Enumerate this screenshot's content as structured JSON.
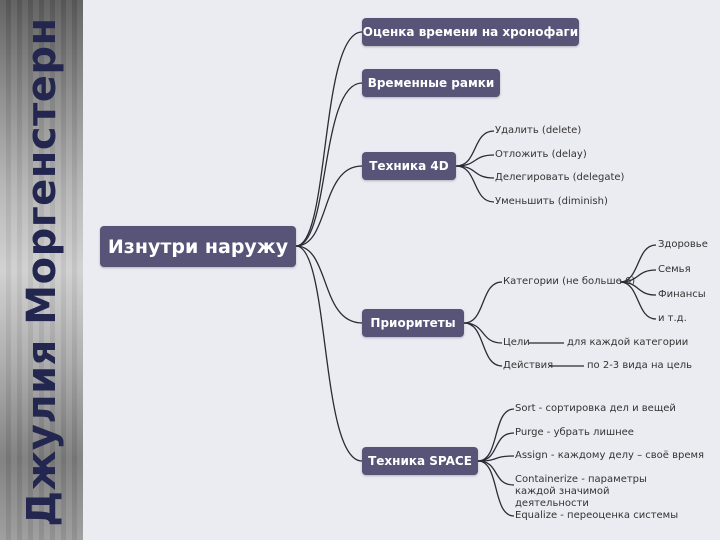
{
  "sidebar": {
    "title": "Джулия Моргенстерн"
  },
  "mindmap": {
    "root": "Изнутри наружу",
    "branches": [
      {
        "label": "Оценка времени на хронофаги"
      },
      {
        "label": "Временные рамки"
      },
      {
        "label": "Техника 4D",
        "children": [
          "Удалить (delete)",
          "Отложить (delay)",
          "Делегировать (delegate)",
          "Уменьшить (diminish)"
        ]
      },
      {
        "label": "Приоритеты",
        "categories": {
          "label": "Категории (не больше 6)",
          "items": [
            "Здоровье",
            "Семья",
            "Финансы",
            "и т.д."
          ]
        },
        "goals": {
          "label": "Цели",
          "value": "для каждой категории"
        },
        "actions": {
          "label": "Действия",
          "value": "по 2-3 вида на цель"
        }
      },
      {
        "label": "Техника SPACE",
        "children": [
          "Sort - сортировка дел и вещей",
          "Purge - убрать лишнее",
          "Assign - каждому делу – своё время",
          "Containerize - параметры каждой значимой деятельности",
          "Equalize - переоценка системы"
        ]
      }
    ]
  },
  "colors": {
    "node_fill": "#575478",
    "node_text": "#ffffff",
    "line": "#2b2b35",
    "background": "#ebebf2",
    "sidebar_title": "#23264e"
  }
}
